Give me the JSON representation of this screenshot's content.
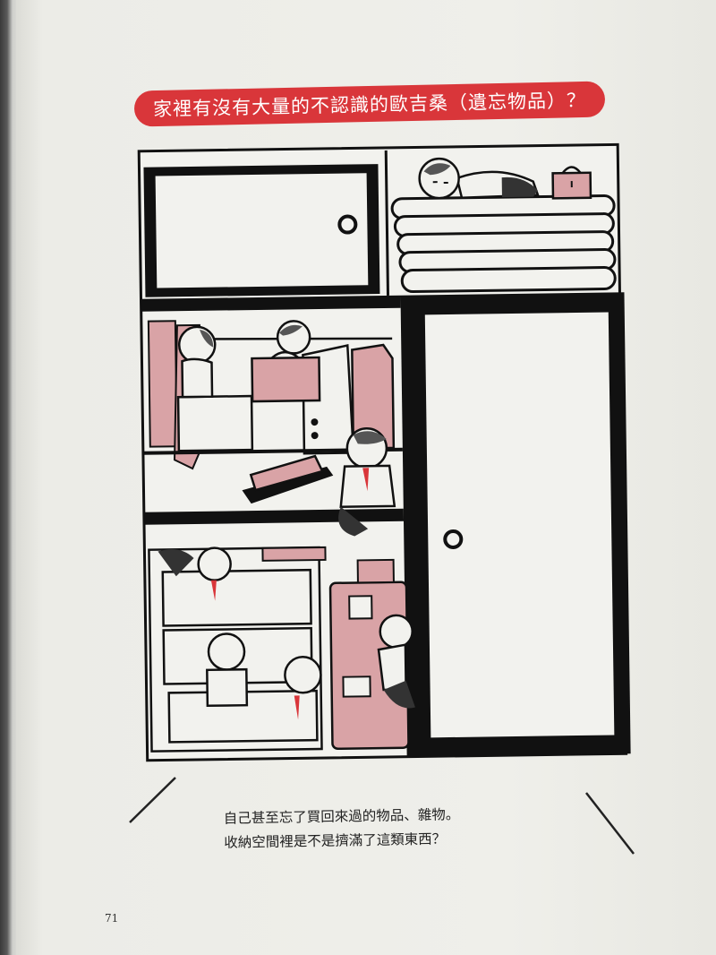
{
  "heading": "家裡有沒有大量的不認識的歐吉桑（遺忘物品）？",
  "caption": {
    "line1": "自己甚至忘了買回來過的物品、雜物。",
    "line2": "收納空間裡是不是擠滿了這類東西？"
  },
  "page_number": "71",
  "colors": {
    "banner": "#d9363a",
    "pink": "#d9a3a6",
    "ink": "#111111"
  }
}
